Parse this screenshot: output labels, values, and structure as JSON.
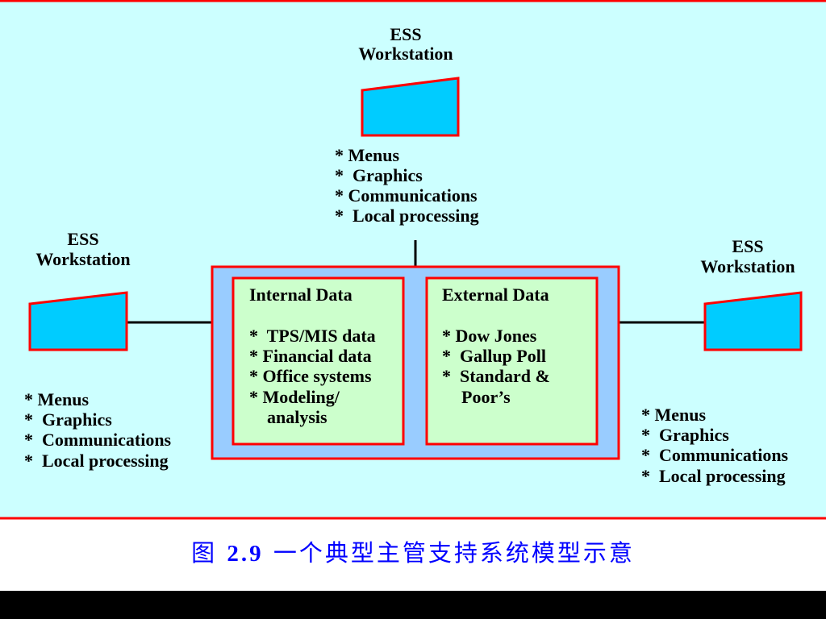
{
  "colors": {
    "background": "#ccffff",
    "border": "#ff0000",
    "monitor_fill": "#00ccff",
    "outer_box_fill": "#99ccff",
    "inner_box_fill": "#ccffcc",
    "connector": "#000000",
    "caption": "#0000ff",
    "footer_bar": "#000000"
  },
  "workstations": {
    "top": {
      "label_line1": "ESS",
      "label_line2": "Workstation",
      "features": [
        "* Menus",
        "*  Graphics",
        "* Communications",
        "*  Local processing"
      ]
    },
    "left": {
      "label_line1": "ESS",
      "label_line2": "Workstation",
      "features": [
        "* Menus",
        "*  Graphics",
        "*  Communications",
        "*  Local processing"
      ]
    },
    "right": {
      "label_line1": "ESS",
      "label_line2": "Workstation",
      "features": [
        "* Menus",
        "*  Graphics",
        "*  Communications",
        "*  Local processing"
      ]
    }
  },
  "central": {
    "internal": {
      "title": "Internal Data",
      "items": [
        "*  TPS/MIS data",
        "* Financial data",
        "* Office systems",
        "* Modeling/",
        "analysis"
      ]
    },
    "external": {
      "title": "External Data",
      "items": [
        "* Dow Jones",
        "*  Gallup Poll",
        "*  Standard &",
        "Poor’s"
      ]
    }
  },
  "caption": {
    "prefix": "图 ",
    "number": "2.9",
    "text": " 一个典型主管支持系统模型示意"
  }
}
